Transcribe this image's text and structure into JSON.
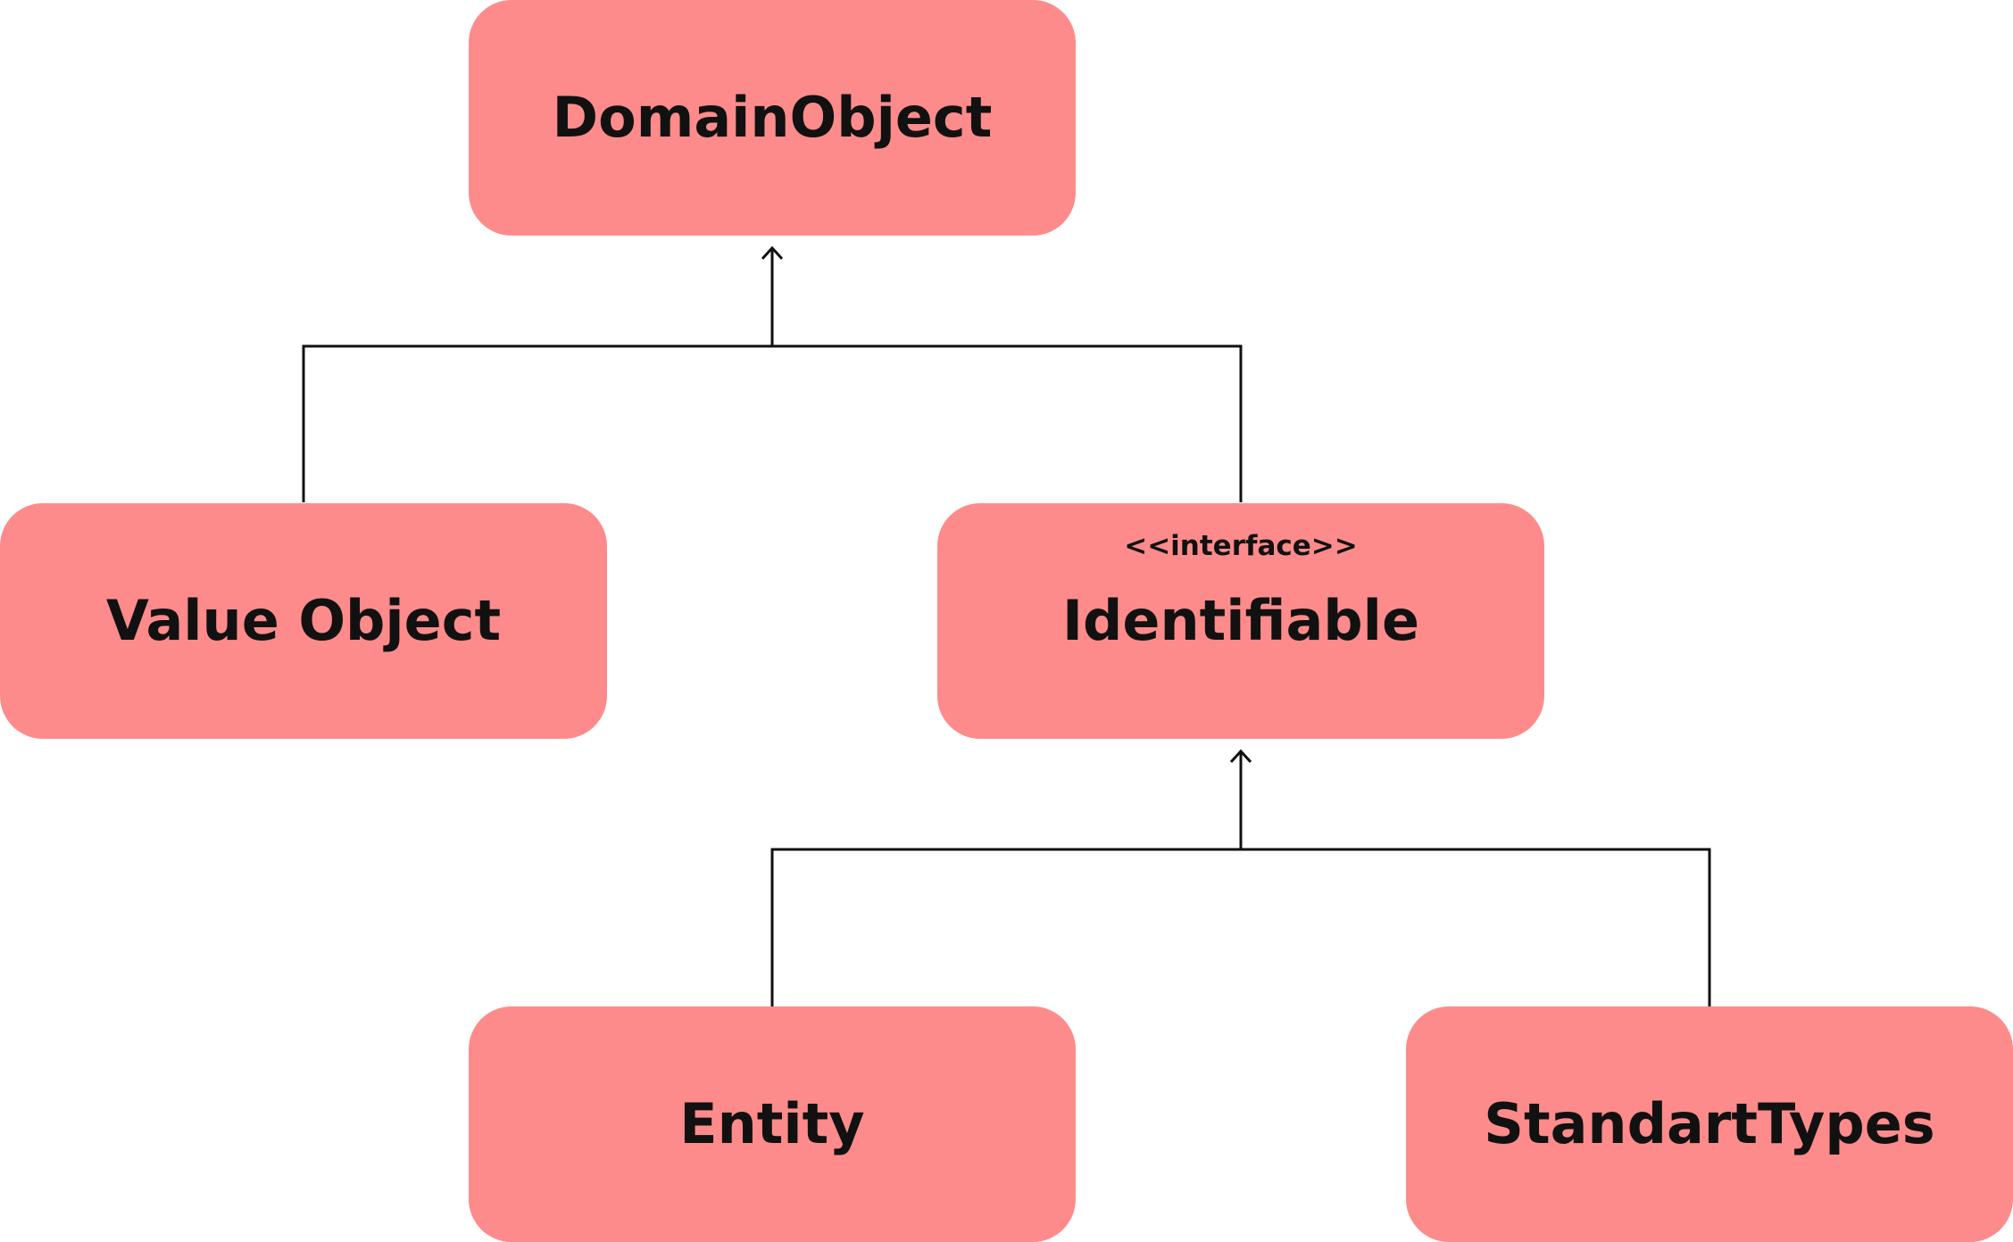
{
  "diagram": {
    "type": "uml-class-hierarchy",
    "colors": {
      "box_fill": "#fe8b8b",
      "text": "#111111",
      "line": "#111111"
    },
    "nodes": {
      "domain_object": {
        "label": "DomainObject"
      },
      "value_object": {
        "label": "Value Object"
      },
      "identifiable": {
        "label": "Identifiable",
        "stereotype": "<<interface>>"
      },
      "entity": {
        "label": "Entity"
      },
      "standart_types": {
        "label": "StandartTypes"
      }
    },
    "edges": [
      {
        "from": "value_object",
        "to": "domain_object"
      },
      {
        "from": "identifiable",
        "to": "domain_object"
      },
      {
        "from": "entity",
        "to": "identifiable"
      },
      {
        "from": "standart_types",
        "to": "identifiable"
      }
    ]
  }
}
